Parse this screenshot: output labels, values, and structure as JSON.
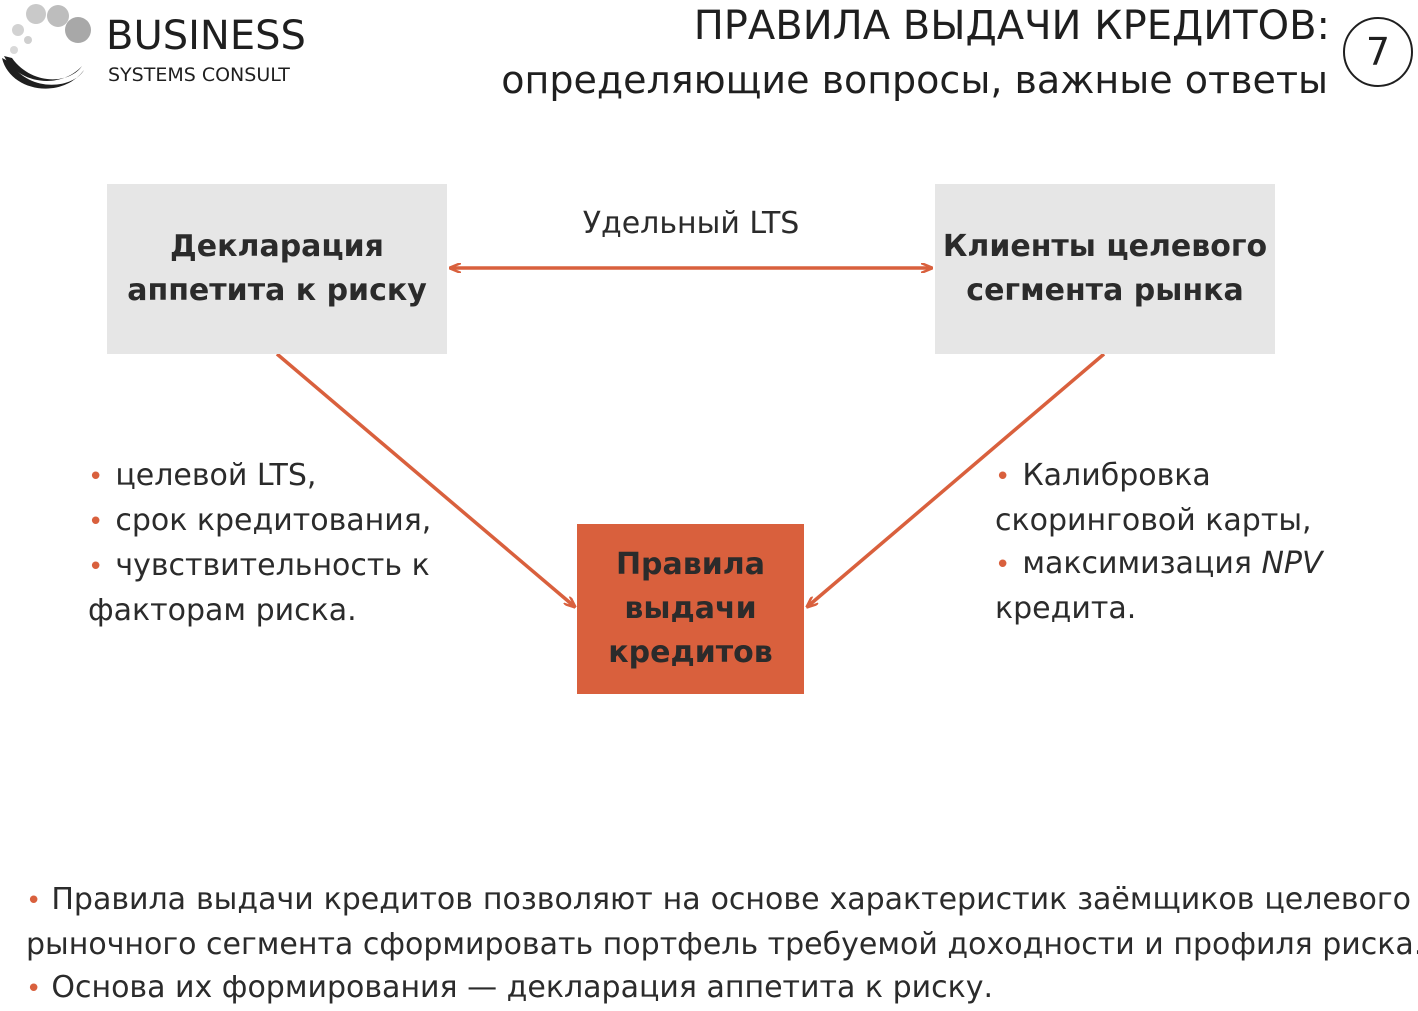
{
  "logo": {
    "brand": "BUSINESS",
    "subbrand": "SYSTEMS CONSULT"
  },
  "header": {
    "title_line1": "ПРАВИЛА ВЫДАЧИ КРЕДИТОВ:",
    "title_line2": "определяющие вопросы, важные ответы",
    "page_number": "7"
  },
  "diagram": {
    "left_box": {
      "line1": "Декларация",
      "line2": "аппетита к риску"
    },
    "right_box": {
      "line1": "Клиенты целевого",
      "line2": "сегмента рынка"
    },
    "center_box": {
      "line1": "Правила",
      "line2": "выдачи",
      "line3": "кредитов"
    },
    "top_arrow_label": "Удельный LTS",
    "left_bullets": {
      "item1": "целевой LTS,",
      "item2": "срок кредитования,",
      "item3": "чувствительность к",
      "item3_cont": "факторам риска."
    },
    "right_bullets": {
      "item1": "Калибровка",
      "item1_cont": "скоринговой карты,",
      "item2_prefix": "максимизация ",
      "item2_italic": "NPV",
      "item2_cont": "кредита."
    }
  },
  "footer": {
    "bullet1_line1": "Правила выдачи кредитов позволяют на основе характеристик заёмщиков целевого",
    "bullet1_line2": "рыночного сегмента сформировать портфель требуемой доходности и профиля риска.",
    "bullet2": "Основа их формирования — декларация аппетита к риску."
  },
  "colors": {
    "accent": "#d9603d",
    "box_grey": "#e6e6e6",
    "text": "#2b2b2b"
  }
}
